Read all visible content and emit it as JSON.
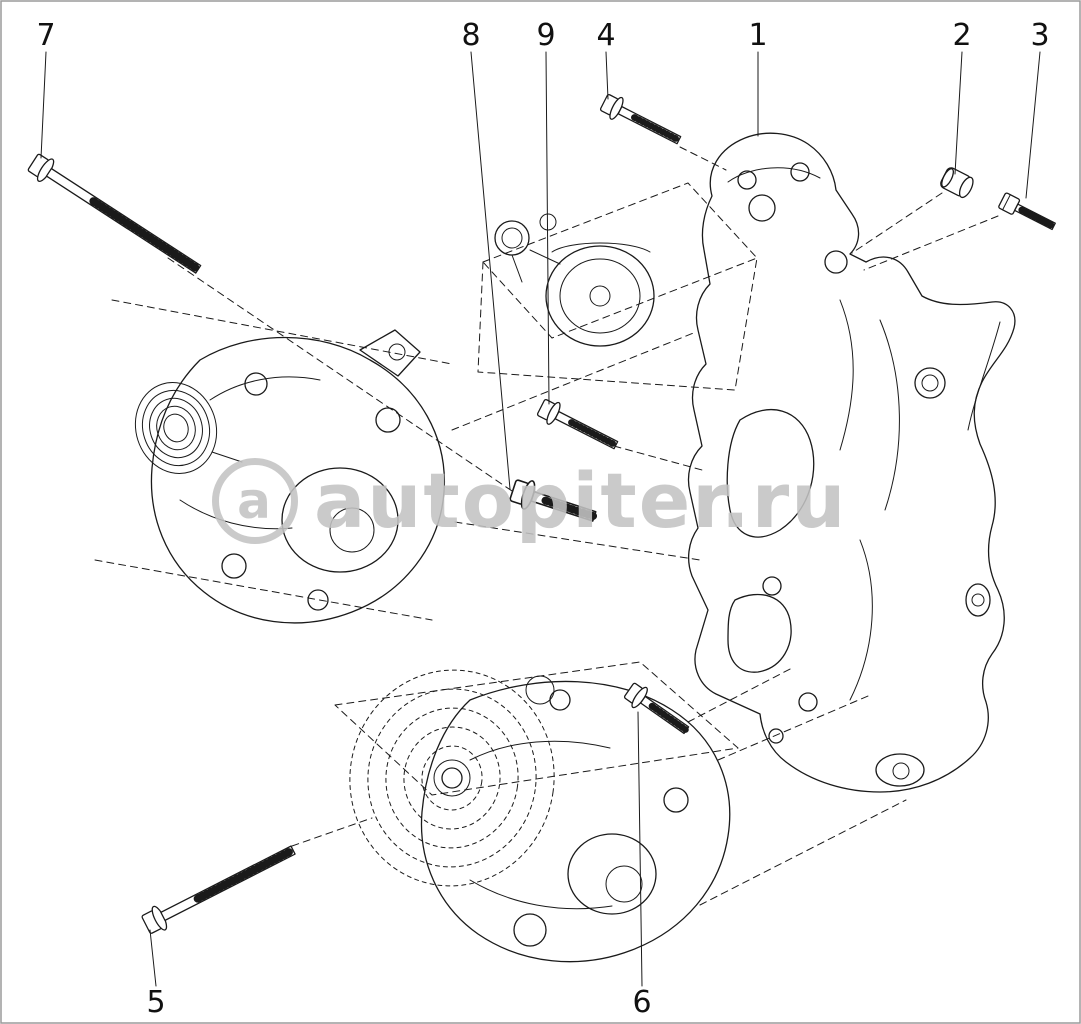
{
  "image": {
    "border_color": "#9a9a9a",
    "ink_color": "#1a1a1a"
  },
  "watermark": {
    "logo_letter": "a",
    "text": "autopiter.ru"
  },
  "callouts": [
    {
      "label": "1"
    },
    {
      "label": "2"
    },
    {
      "label": "3"
    },
    {
      "label": "4"
    },
    {
      "label": "5"
    },
    {
      "label": "6"
    },
    {
      "label": "7"
    },
    {
      "label": "8"
    },
    {
      "label": "9"
    }
  ]
}
